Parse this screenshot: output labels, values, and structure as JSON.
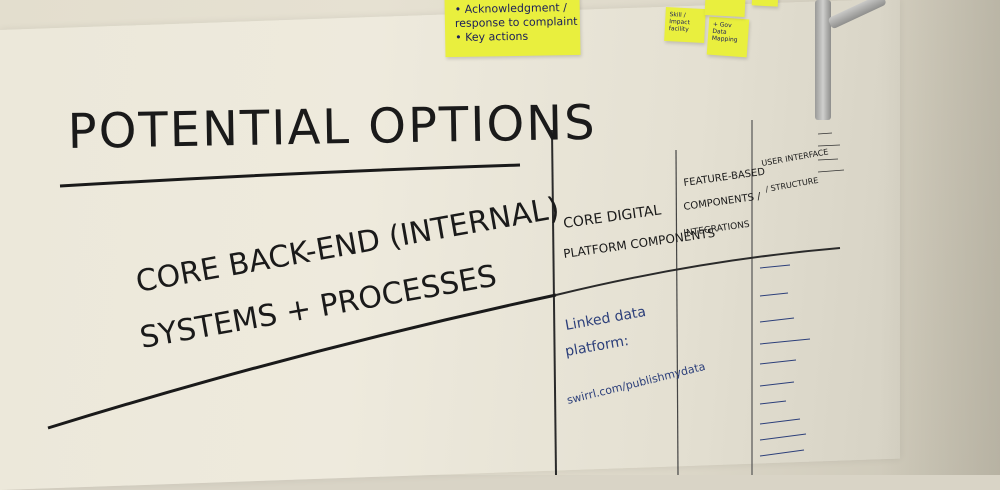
{
  "sticky_note": {
    "lines": [
      "• Acknowledgment /",
      "response to complaint",
      "• Key actions"
    ]
  },
  "small_notes": {
    "note1": "Skill / Impact facility",
    "note2": "+ Gov Data Mapping"
  },
  "heading": {
    "title": "POTENTIAL OPTIONS"
  },
  "rows": {
    "row1_label_line1": "CORE BACK-END (INTERNAL)",
    "row1_label_line2": "SYSTEMS + PROCESSES"
  },
  "columns": {
    "col1_line1": "CORE DIGITAL",
    "col1_line2": "PLATFORM COMPONENTS",
    "col2_line1": "FEATURE-BASED",
    "col2_line2": "COMPONENTS /",
    "col2_line3": "INTEGRATIONS",
    "col3_line1": "USER INTERFACE",
    "col3_line2": "/ STRUCTURE"
  },
  "cells": {
    "linked_line1": "Linked data",
    "linked_line2": "platform:",
    "linked_line3": "swirrl.com/publishmydata"
  },
  "colors": {
    "ink": "#1a1a1a",
    "blue_marker": "#2c3f7a",
    "sticky_yellow": "#e9ef3e"
  }
}
